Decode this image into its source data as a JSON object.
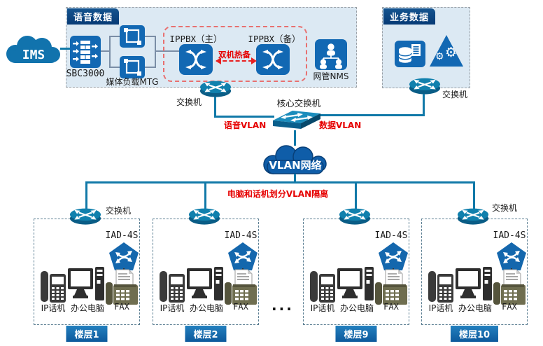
{
  "zones": {
    "voice_tag": "语音数据",
    "business_tag": "业务数据"
  },
  "nodes": {
    "ims": "IMS",
    "sbc": "SBC3000",
    "mtg": "媒体负载MTG",
    "ippbx_primary": "IPPBX（主）",
    "ippbx_backup": "IPPBX（备）",
    "ha": "双机热备",
    "nms": "网管NMS",
    "voice_switch": "交换机",
    "business_switch": "交换机",
    "core_switch": "核心交换机",
    "vlan_cloud": "VLAN网络"
  },
  "vlan": {
    "voice": "语音VLAN",
    "data": "数据VLAN",
    "isolation": "电脑和话机划分VLAN隔离"
  },
  "floors": [
    {
      "name": "楼层1",
      "switch": "交换机",
      "iad": "IAD-4S",
      "phone": "IP话机",
      "pc": "办公电脑",
      "fax": "FAX"
    },
    {
      "name": "楼层2",
      "iad": "IAD-4S",
      "phone": "IP话机",
      "pc": "办公电脑",
      "fax": "FAX"
    },
    {
      "name": "楼层9",
      "iad": "IAD-4S",
      "phone": "IP话机",
      "pc": "办公电脑",
      "fax": "FAX"
    },
    {
      "name": "楼层10",
      "switch": "交换机",
      "iad": "IAD-4S",
      "phone": "IP话机",
      "pc": "办公电脑",
      "fax": "FAX"
    }
  ],
  "ellipsis": "...",
  "colors": {
    "primary_blue": "#1268b3",
    "teal_line": "#1179a8",
    "red": "#e60000",
    "zone_fill": "#dce9f3",
    "navy_tag": "#0b3f7e",
    "floor_tag_blue": "#1566ab",
    "fax_olive": "#6f6e50",
    "device_dark": "#3a3a3a",
    "cloud_blue": "#0f5da8"
  }
}
